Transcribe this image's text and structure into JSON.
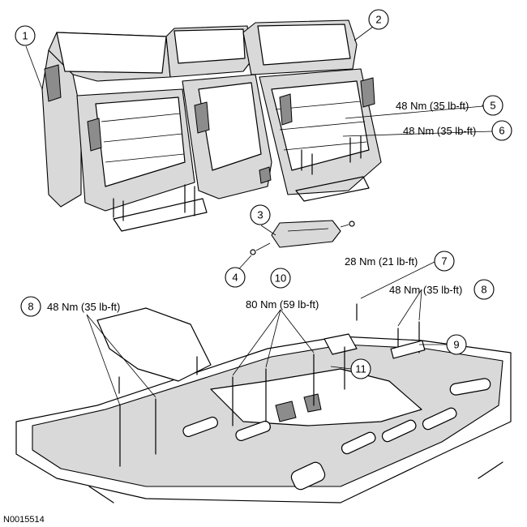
{
  "figure_id": "N0015514",
  "callouts": {
    "c1": {
      "num": "1"
    },
    "c2": {
      "num": "2"
    },
    "c3": {
      "num": "3"
    },
    "c4": {
      "num": "4"
    },
    "c5": {
      "num": "5",
      "torque": "48 Nm (35 lb-ft)"
    },
    "c6": {
      "num": "6",
      "torque": "48 Nm (35 lb-ft)"
    },
    "c7": {
      "num": "7",
      "torque": "28 Nm (21 lb-ft)"
    },
    "c8a": {
      "num": "8",
      "torque": "48 Nm (35 lb-ft)"
    },
    "c8b": {
      "num": "8",
      "torque": "48 Nm (35 lb-ft)"
    },
    "c9": {
      "num": "9"
    },
    "c10": {
      "num": "10",
      "torque": "80 Nm (59 lb-ft)"
    },
    "c11": {
      "num": "11"
    }
  },
  "colors": {
    "line": "#000000",
    "shade": "#d9d9d9",
    "background": "#ffffff"
  }
}
